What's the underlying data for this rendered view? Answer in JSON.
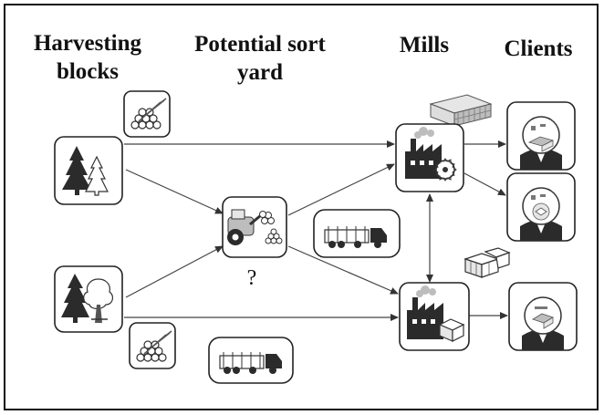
{
  "headings": {
    "harvesting_blocks": "Harvesting blocks",
    "potential_sort_yard": "Potential sort yard",
    "mills": "Mills",
    "clients": "Clients"
  },
  "sort_yard_mark": "?",
  "colors": {
    "stroke": "#222222",
    "icon_dark": "#2b2b2b",
    "icon_mid": "#777777",
    "icon_light": "#bdbdbd",
    "icon_fill": "#e6e6e6"
  },
  "icons": [
    "log-pile-icon",
    "conifer-forest-icon",
    "mixed-forest-icon",
    "sort-yard-loader-icon",
    "log-truck-icon",
    "sawmill-icon",
    "paper-mill-icon",
    "lumber-stack-icon",
    "pulp-bales-icon",
    "client-lumber-icon",
    "client-products-icon",
    "client-paper-icon"
  ]
}
